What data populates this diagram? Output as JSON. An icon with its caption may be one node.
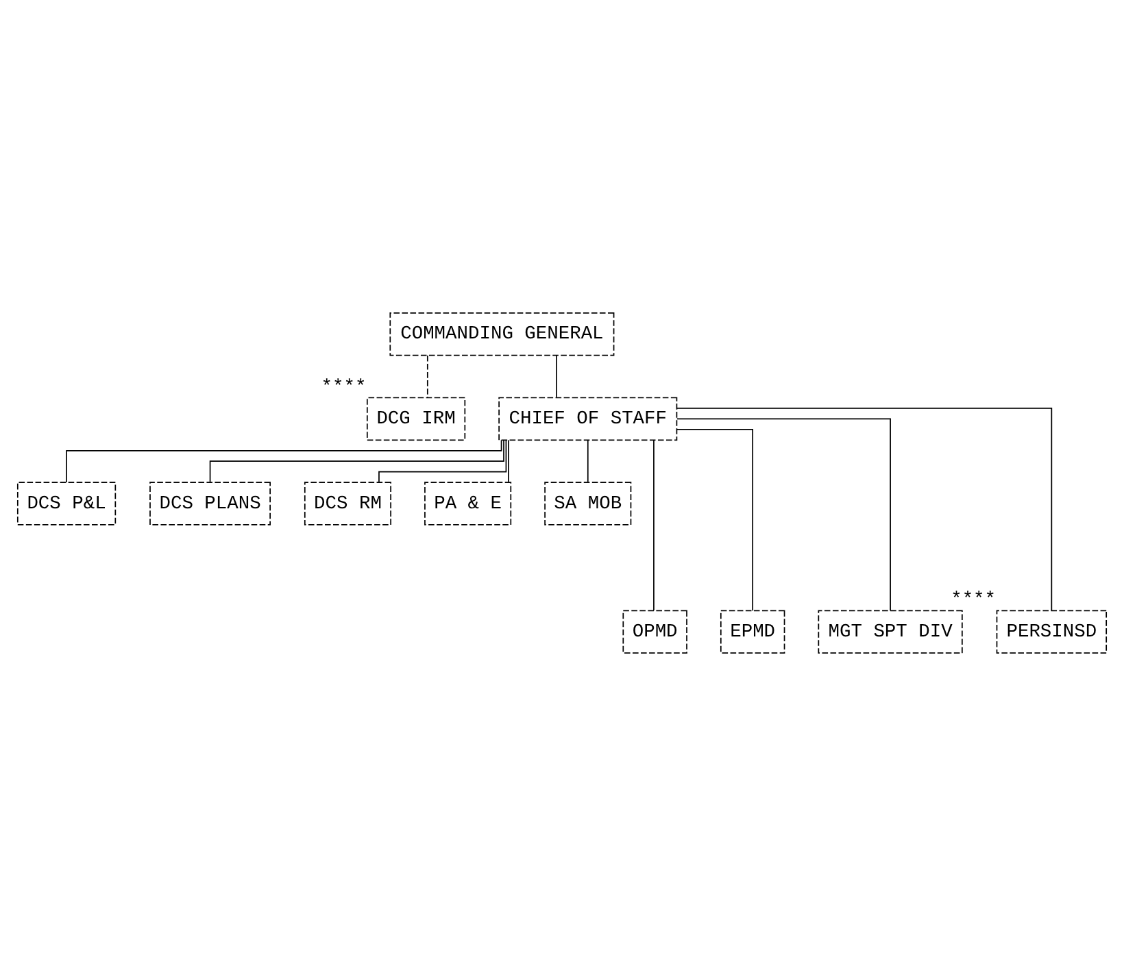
{
  "diagram": {
    "nodes": [
      {
        "text": [
          "COMMANDING GENERAL"
        ]
      },
      {
        "text": [
          "DCG IRM"
        ],
        "beside": [
          "****"
        ]
      },
      {
        "text": [
          "CHIEF OF STAFF"
        ]
      },
      {
        "text": [
          "DCS P&L"
        ]
      },
      {
        "text": [
          "DCS PLANS"
        ]
      },
      {
        "text": [
          "DCS RM"
        ]
      },
      {
        "text": [
          "PA & E"
        ]
      },
      {
        "text": [
          "SA MOB"
        ]
      },
      {
        "text": [
          "OPMD"
        ]
      },
      {
        "text": [
          "EPMD"
        ]
      },
      {
        "text": [
          "MGT SPT DIV"
        ]
      },
      {
        "text": [
          "PERSINSD"
        ],
        "beside": [
          "****"
        ]
      }
    ],
    "edges": [
      {
        "from": 0,
        "to": 2,
        "arrow": "none"
      },
      {
        "from": 0,
        "to": 1,
        "arrow": "none",
        "style": "dashed"
      },
      {
        "from": 2,
        "to": 3,
        "arrow": "none"
      },
      {
        "from": 2,
        "to": 4,
        "arrow": "none"
      },
      {
        "from": 2,
        "to": 5,
        "arrow": "none"
      },
      {
        "from": 2,
        "to": 6,
        "arrow": "none"
      },
      {
        "from": 2,
        "to": 7,
        "arrow": "none"
      },
      {
        "from": 2,
        "to": 8,
        "arrow": "none"
      },
      {
        "from": 2,
        "to": 9,
        "arrow": "none"
      },
      {
        "from": 2,
        "to": 10,
        "arrow": "none"
      },
      {
        "from": 2,
        "to": 11,
        "arrow": "none"
      }
    ]
  }
}
